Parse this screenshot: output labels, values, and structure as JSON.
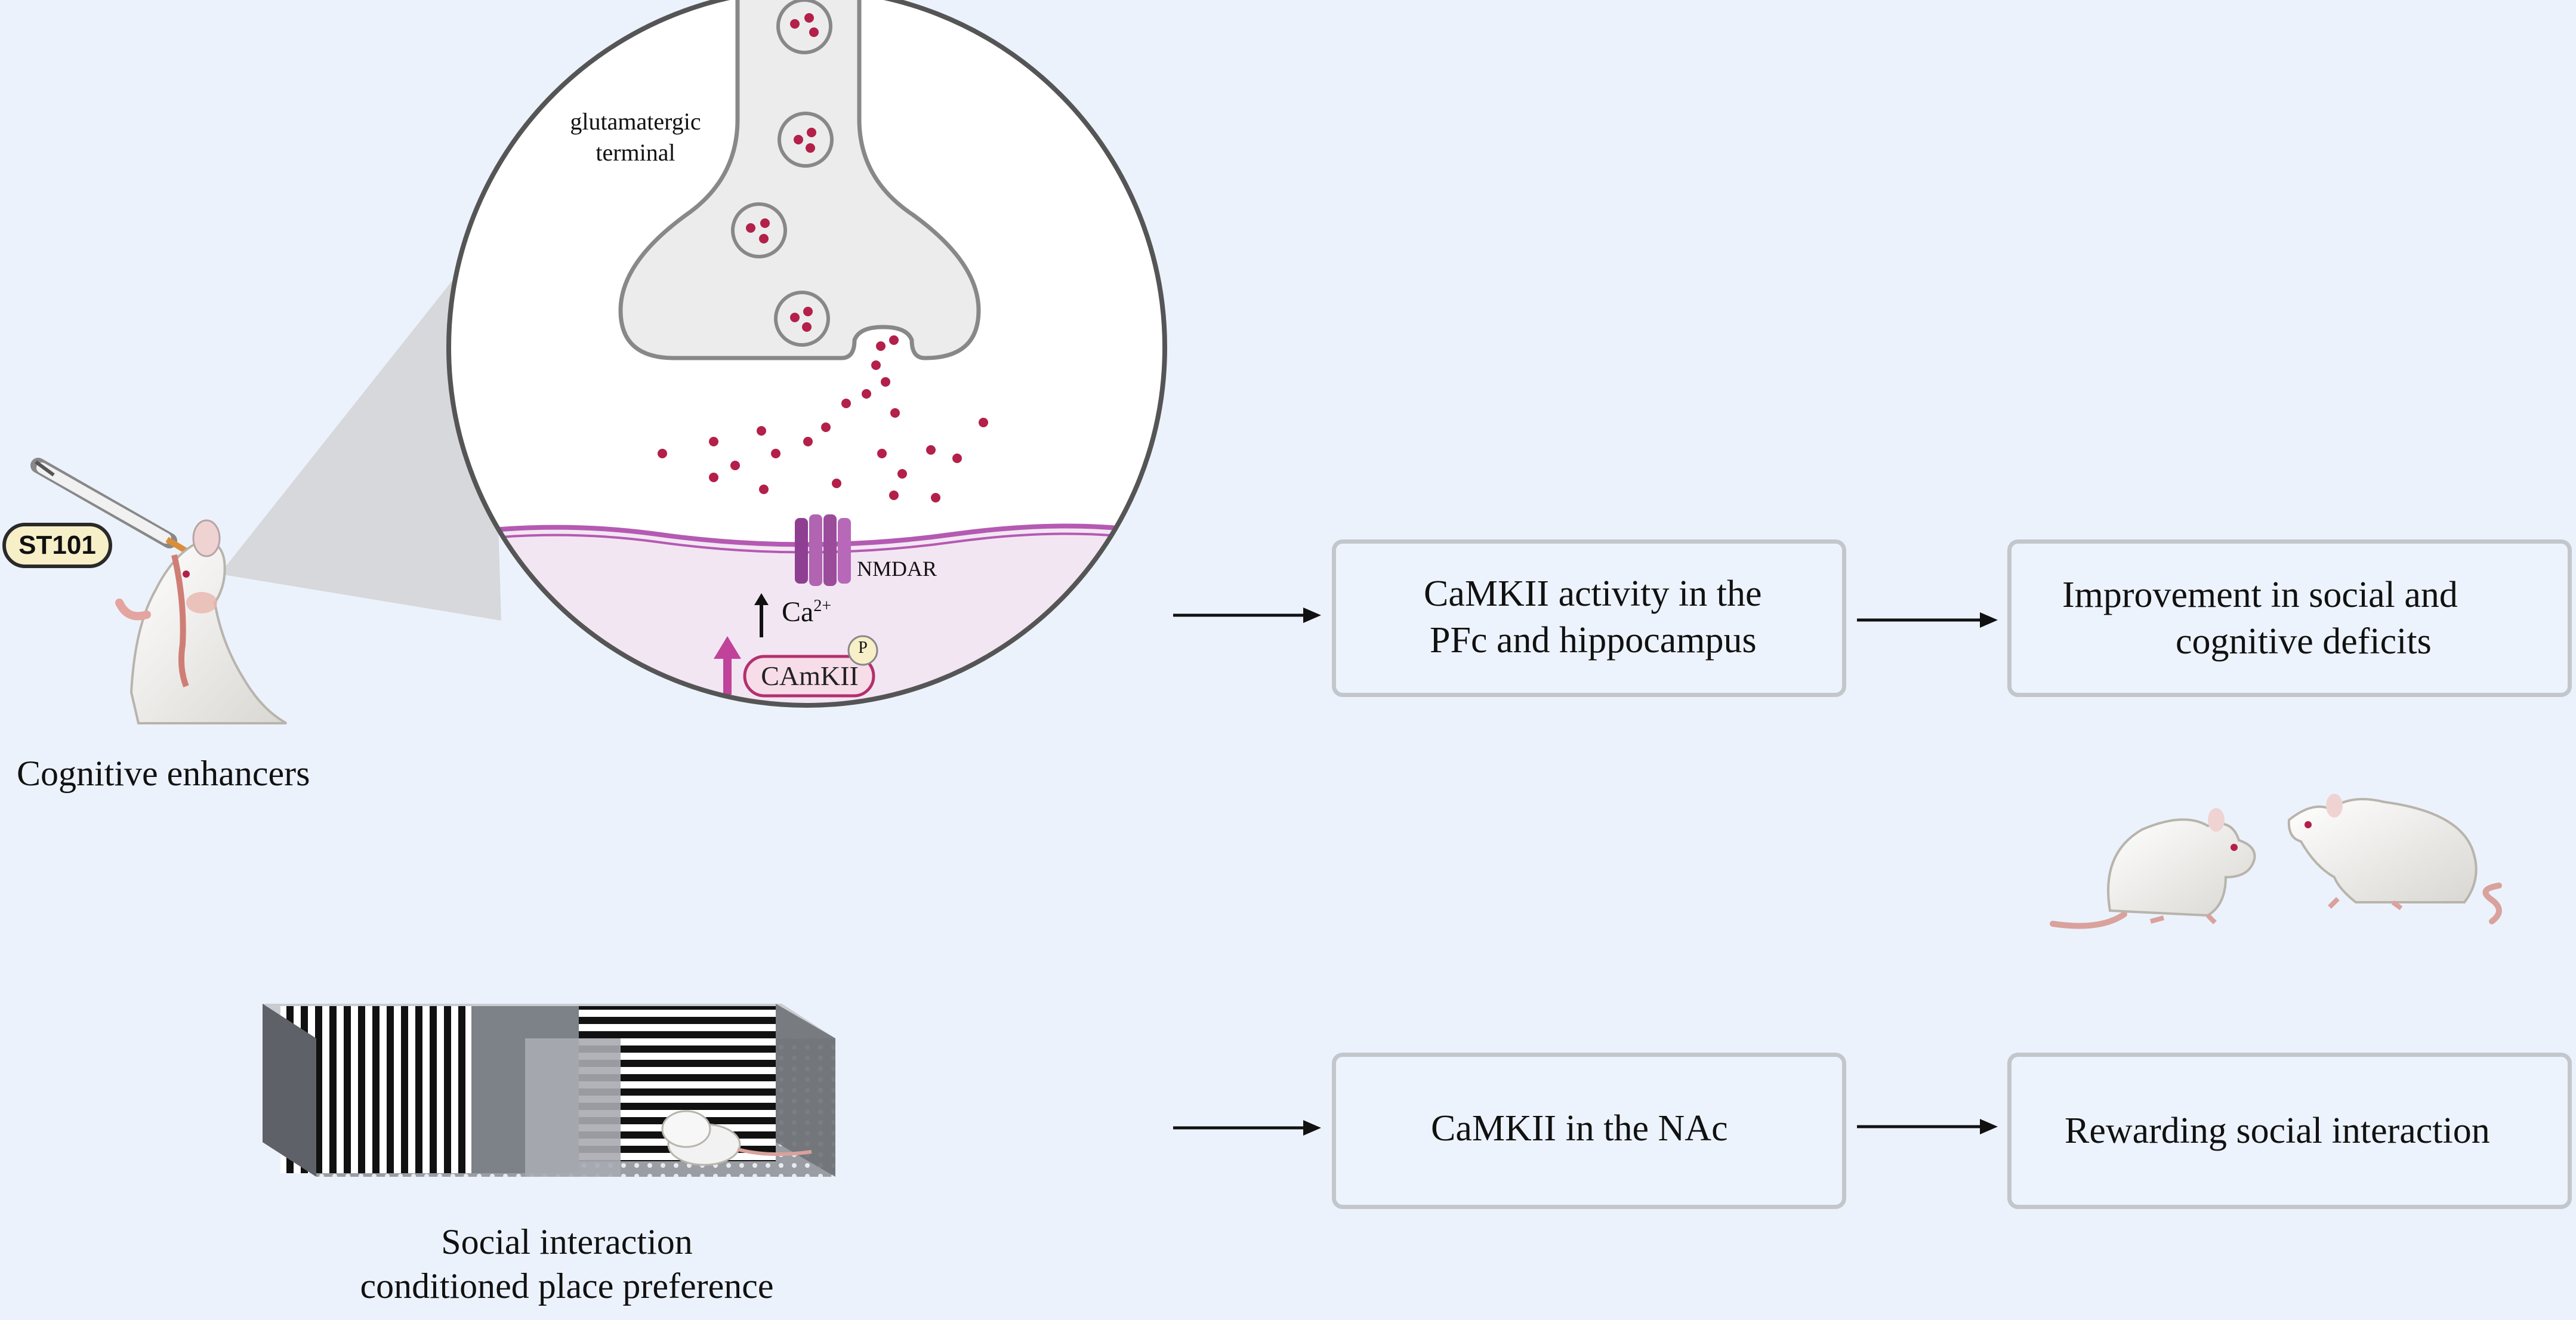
{
  "labels": {
    "glutamatergic_line1": "glutamatergic",
    "glutamatergic_line2": "terminal",
    "nmdar": "NMDAR",
    "ca": "Ca",
    "ca_superscript": "2+",
    "camkii": "CAmKII",
    "phospho": "P",
    "st101": "ST101",
    "cognitive_enhancers": "Cognitive enhancers",
    "social_line1": "Social interaction",
    "social_line2": "conditioned place preference"
  },
  "boxes": {
    "camkii_activity_line1": "CaMKII activity in the",
    "camkii_activity_line2": "PFc and hippocampus",
    "improvement_line1": "Improvement in social and",
    "improvement_line2": "cognitive deficits",
    "camkii_nac": "CaMKII in the NAc",
    "rewarding": "Rewarding social interaction"
  },
  "colors": {
    "background": "#ecf2fc",
    "box_border": "#c3c6ca",
    "vesicle_dot": "#b3204a",
    "membrane": "#b45ab2",
    "postsynaptic": "#f3e6f3",
    "nmdar": "#9a4c9b",
    "camkii_arrow": "#c0429a"
  }
}
